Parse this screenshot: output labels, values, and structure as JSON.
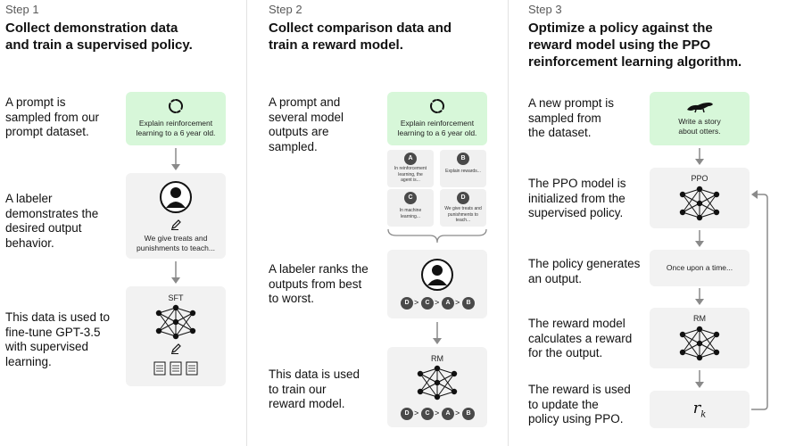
{
  "step1": {
    "label": "Step 1",
    "title_l1": "Collect demonstration data",
    "title_l2": "and train a supervised policy.",
    "desc1": [
      "A prompt is",
      "sampled from our",
      "prompt dataset."
    ],
    "desc2": [
      "A labeler",
      "demonstrates the",
      "desired output",
      "behavior."
    ],
    "desc3": [
      "This data is used to",
      "fine-tune GPT-3.5",
      "with supervised",
      "learning."
    ],
    "prompt": [
      "Explain reinforcement",
      "learning to a 6 year old."
    ],
    "demo": [
      "We give treats and",
      "punishments to teach..."
    ],
    "model_label": "SFT"
  },
  "step2": {
    "label": "Step 2",
    "title_l1": "Collect comparison data and",
    "title_l2": "train a reward model.",
    "desc1": [
      "A prompt and",
      "several model",
      "outputs are",
      "sampled."
    ],
    "desc2": [
      "A labeler ranks the",
      "outputs from best",
      "to worst."
    ],
    "desc3": [
      "This data is used",
      "to train our",
      "reward model."
    ],
    "prompt": [
      "Explain reinforcement",
      "learning to a 6 year old."
    ],
    "outputs": [
      {
        "letter": "A",
        "text": [
          "In reinforcement",
          "learning, the",
          "agent is..."
        ]
      },
      {
        "letter": "B",
        "text": [
          "Explain rewards..."
        ]
      },
      {
        "letter": "C",
        "text": [
          "In machine",
          "learning..."
        ]
      },
      {
        "letter": "D",
        "text": [
          "We give treats and",
          "punishments to",
          "teach..."
        ]
      }
    ],
    "ranking": [
      "D",
      "C",
      "A",
      "B"
    ],
    "ranking_sep": ">",
    "model_label": "RM"
  },
  "step3": {
    "label": "Step 3",
    "title_l1": "Optimize a policy against the",
    "title_l2": "reward model using the PPO",
    "title_l3": "reinforcement learning algorithm.",
    "desc1": [
      "A new prompt is",
      "sampled from",
      "the dataset."
    ],
    "desc2": [
      "The PPO model is",
      "initialized from the",
      "supervised policy."
    ],
    "desc3": [
      "The policy generates",
      "an output."
    ],
    "desc4": [
      "The reward model",
      "calculates a reward",
      "for the output."
    ],
    "desc5": [
      "The reward is used",
      "to update the",
      "policy using PPO."
    ],
    "prompt": [
      "Write a story",
      "about otters."
    ],
    "ppo_label": "PPO",
    "output": "Once upon a time...",
    "rm_label": "RM",
    "reward_symbol": "r",
    "reward_sub": "k"
  },
  "colors": {
    "green_box": "#d7f7d9",
    "gray_box": "#f2f2f2",
    "arrow": "#8a8a8a",
    "dark": "#111111"
  },
  "icons": [
    "recycle-icon",
    "person-icon",
    "pencil-icon",
    "neural-net-icon",
    "document-icon",
    "otter-icon"
  ]
}
